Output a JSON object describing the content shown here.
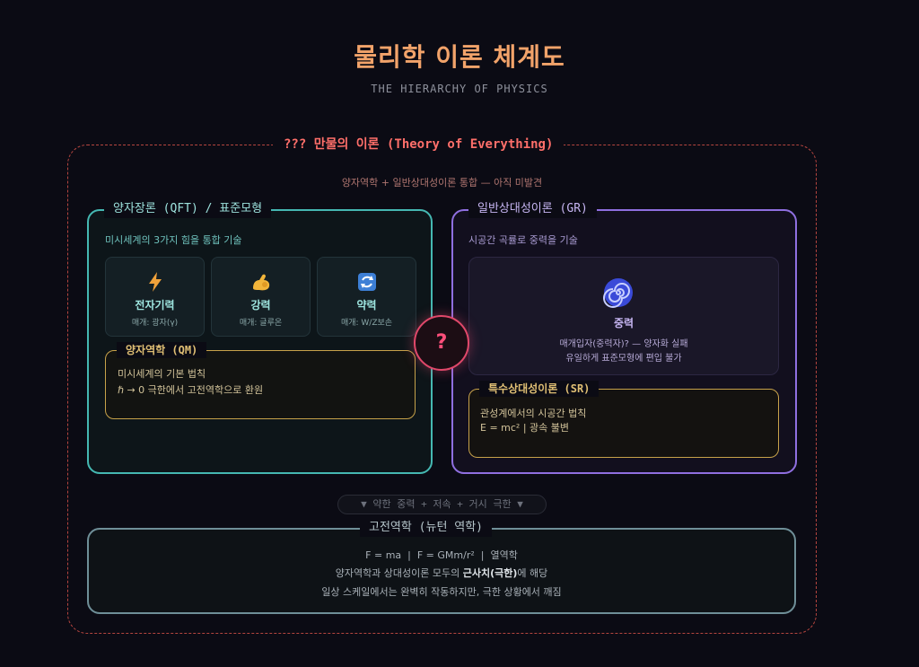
{
  "header": {
    "title": "물리학 이론 체계도",
    "subtitle": "THE HIERARCHY OF PHYSICS"
  },
  "toe": {
    "label": "??? 만물의 이론 (Theory of Everything)",
    "description": "양자역학 + 일반상대성이론 통합 — 아직 미발견"
  },
  "qft": {
    "label": "양자장론 (QFT) / 표준모형",
    "description": "미시세계의 3가지 힘을 통합 기술",
    "forces": [
      {
        "icon": "lightning-icon",
        "name": "전자기력",
        "carrier": "매개: 광자(γ)"
      },
      {
        "icon": "flexed-arm-icon",
        "name": "강력",
        "carrier": "매개: 글루온"
      },
      {
        "icon": "cycle-arrows-icon",
        "name": "약력",
        "carrier": "매개: W/Z보손"
      }
    ],
    "qm": {
      "label": "양자역학 (QM)",
      "line1": "미시세계의 기본 법칙",
      "line2": "ℏ → 0 극한에서 고전역학으로 환원"
    }
  },
  "gr": {
    "label": "일반상대성이론 (GR)",
    "description": "시공간 곡률로 중력을 기술",
    "gravity": {
      "icon": "spiral-icon",
      "name": "중력",
      "line1": "매개입자(중력자)? — 양자화 실패",
      "line2": "유일하게 표준모형에 편입 불가"
    },
    "sr": {
      "label": "특수상대성이론 (SR)",
      "line1": "관성계에서의 시공간 법칙",
      "line2": "E = mc² | 광속 불변"
    }
  },
  "unknown": {
    "symbol": "?"
  },
  "limit": {
    "text": "▼ 약한 중력 + 저속 + 거시 극한 ▼"
  },
  "classical": {
    "label": "고전역학 (뉴턴 역학)",
    "line1": "F = ma  |  F = GMm/r²  |  열역학",
    "line2_pre": "양자역학과 상대성이론 모두의 ",
    "line2_hl": "근사치(극한)",
    "line2_post": "에 해당",
    "line3": "일상 스케일에서는 완벽히 작동하지만, 극한 상황에서 깨짐"
  },
  "colors": {
    "background": "#0b0b14",
    "title": "#f2a36a",
    "toe": "#b5453f",
    "qft": "#45b8b2",
    "gr": "#8f6fe0",
    "qm_sr": "#c7a24a",
    "classical": "#6f8f98",
    "unknown": "#e0486a"
  }
}
